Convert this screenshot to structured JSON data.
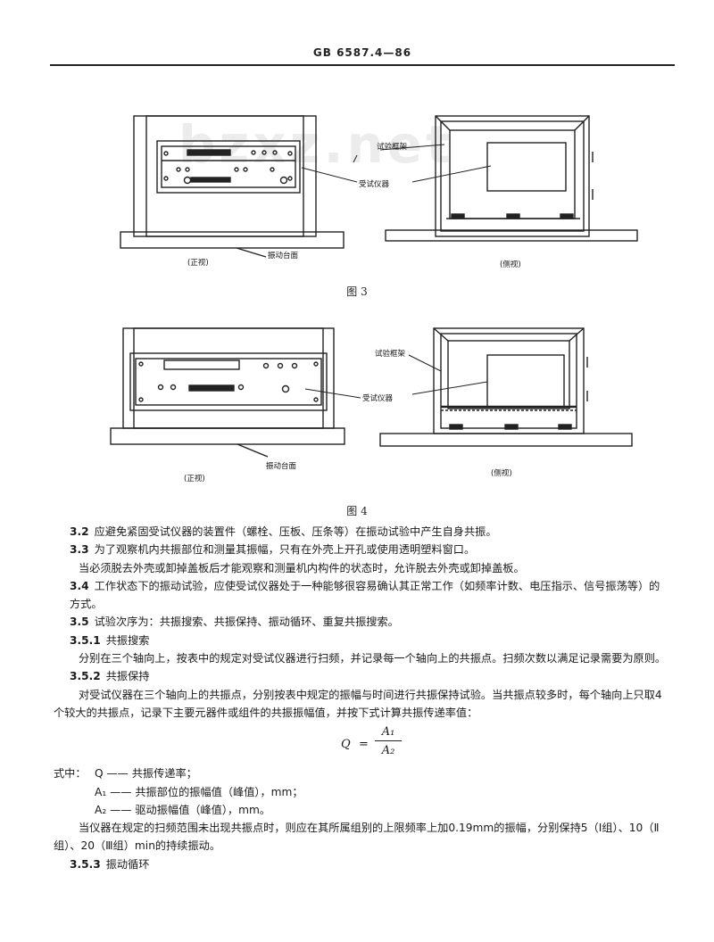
{
  "header": {
    "standard_code": "GB 6587.4—86"
  },
  "watermark": "bzxz.net",
  "figure3": {
    "caption": "图 3",
    "label_front": "(正视)",
    "label_side": "(侧视)",
    "label_table": "振动台面",
    "label_frame": "试验框架",
    "label_instrument": "受试仪器"
  },
  "figure4": {
    "caption": "图 4",
    "label_front": "(正视)",
    "label_side": "(侧视)",
    "label_table": "振动台面",
    "label_frame": "试验框架",
    "label_instrument": "受试仪器"
  },
  "content": {
    "s32_num": "3.2",
    "s32_text": "应避免紧固受试仪器的装置件（螺栓、压板、压条等）在振动试验中产生自身共振。",
    "s33_num": "3.3",
    "s33_text": "为了观察机内共振部位和测量其振幅，只有在外壳上开孔或使用透明塑料窗口。",
    "s33_cont": "当必须脱去外壳或卸掉盖板后才能观察和测量机内构件的状态时，允许脱去外壳或卸掉盖板。",
    "s34_num": "3.4",
    "s34_text": "工作状态下的振动试验，应使受试仪器处于一种能够很容易确认其正常工作（如频率计数、电压指示、信号振荡等）的方式。",
    "s35_num": "3.5",
    "s35_text": "试验次序为：共振搜索、共振保持、振动循环、重复共振搜索。",
    "s351_num": "3.5.1",
    "s351_title": "共振搜索",
    "s351_text": "分别在三个轴向上，按表中的规定对受试仪器进行扫频，并记录每一个轴向上的共振点。扫频次数以满足记录需要为原则。",
    "s352_num": "3.5.2",
    "s352_title": "共振保持",
    "s352_text": "对受试仪器在三个轴向上的共振点，分别按表中规定的振幅与时间进行共振保持试验。当共振点较多时，每个轴向上只取4个较大的共振点，记录下主要元器件或组件的共振振幅值，并按下式计算共振传递率值：",
    "formula_lhs": "Q",
    "formula_eq": "=",
    "formula_num": "A₁",
    "formula_den": "A₂",
    "where_label": "式中：",
    "def_q": "Q —— 共振传递率；",
    "def_a1": "A₁ —— 共振部位的振幅值（峰值），mm；",
    "def_a2": "A₂ —— 驱动振幅值（峰值），mm。",
    "s352_note": "当仪器在规定的扫频范围未出现共振点时，则应在其所属组别的上限频率上加0.19mm的振幅，分别保持5（Ⅰ组）、10（Ⅱ组）、20（Ⅲ组）min的持续振动。",
    "s353_num": "3.5.3",
    "s353_title": "振动循环"
  }
}
